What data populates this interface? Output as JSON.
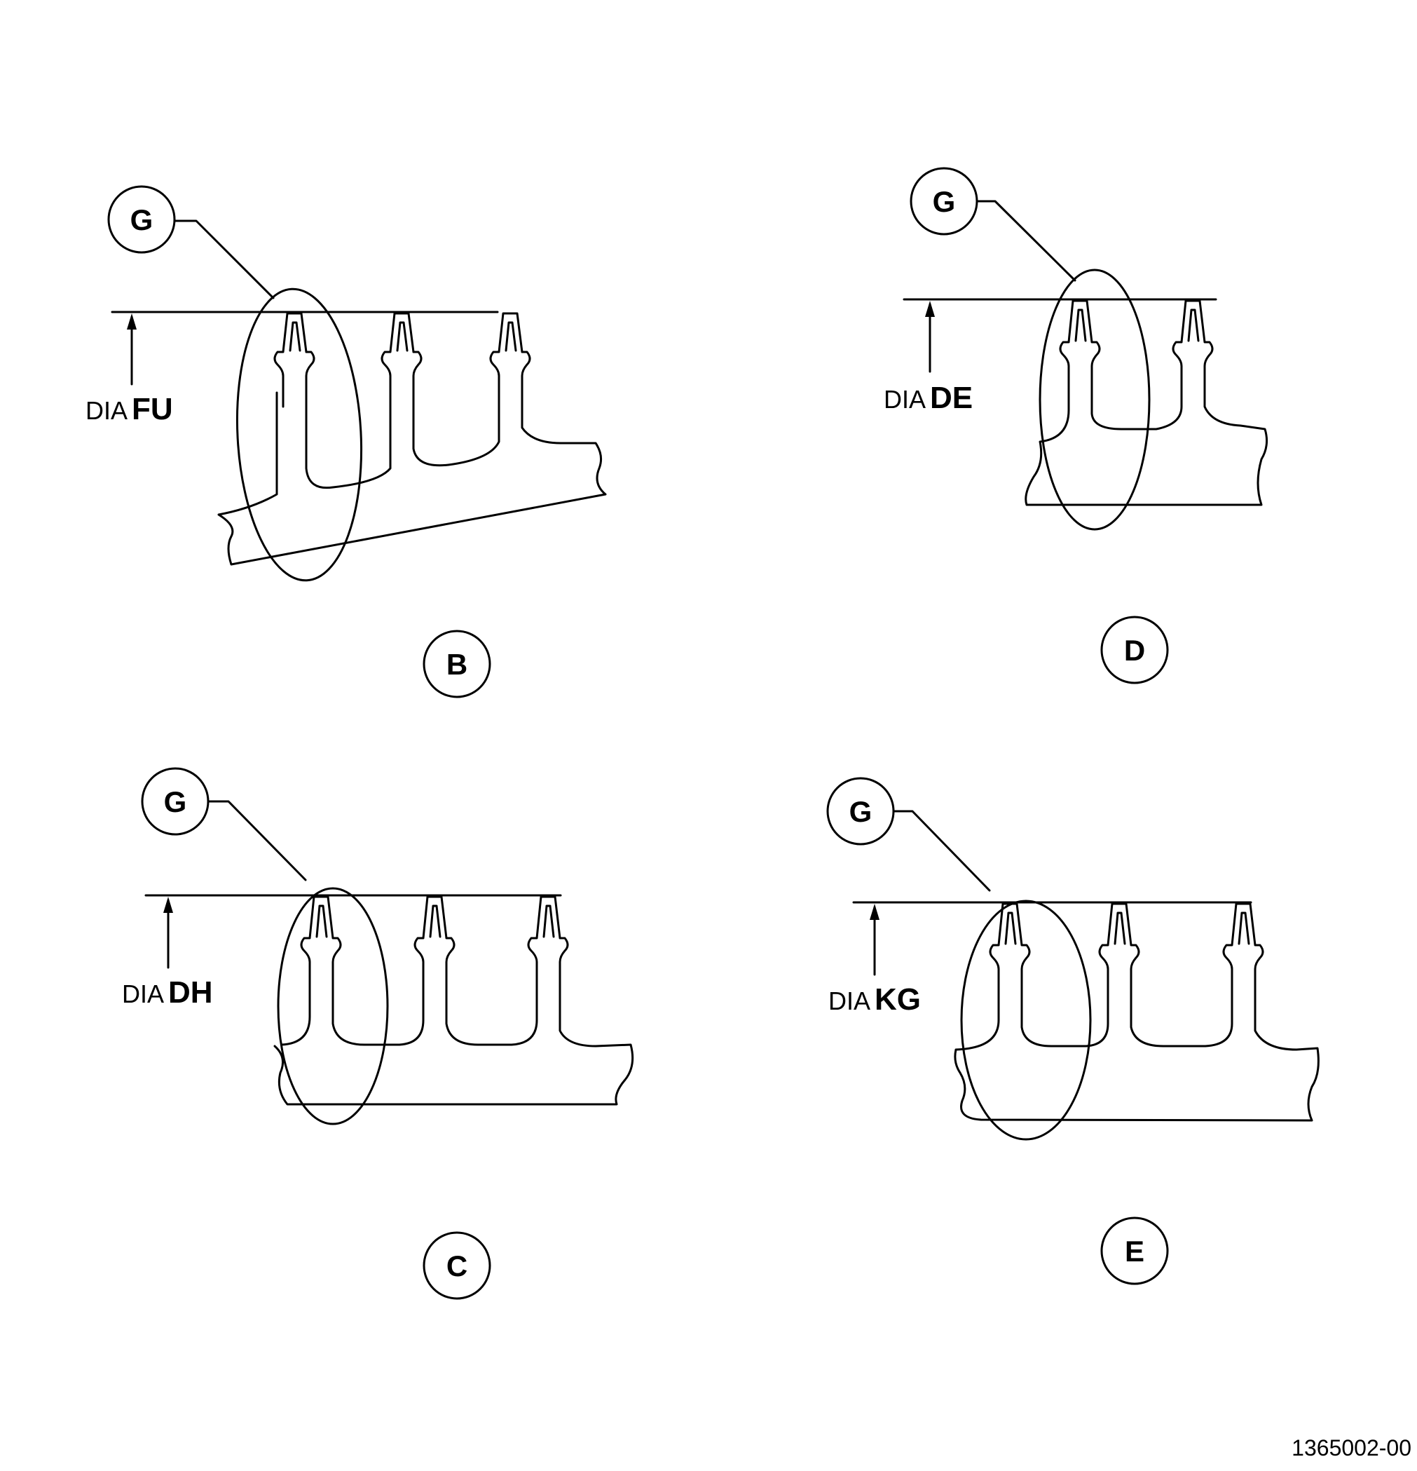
{
  "drawing_number": "1365002-00",
  "views": [
    {
      "view_label": "B",
      "detail_label": "G",
      "dia_prefix": "DIA",
      "dia_code": "FU"
    },
    {
      "view_label": "D",
      "detail_label": "G",
      "dia_prefix": "DIA",
      "dia_code": "DE"
    },
    {
      "view_label": "C",
      "detail_label": "G",
      "dia_prefix": "DIA",
      "dia_code": "DH"
    },
    {
      "view_label": "E",
      "detail_label": "G",
      "dia_prefix": "DIA",
      "dia_code": "KG"
    }
  ]
}
